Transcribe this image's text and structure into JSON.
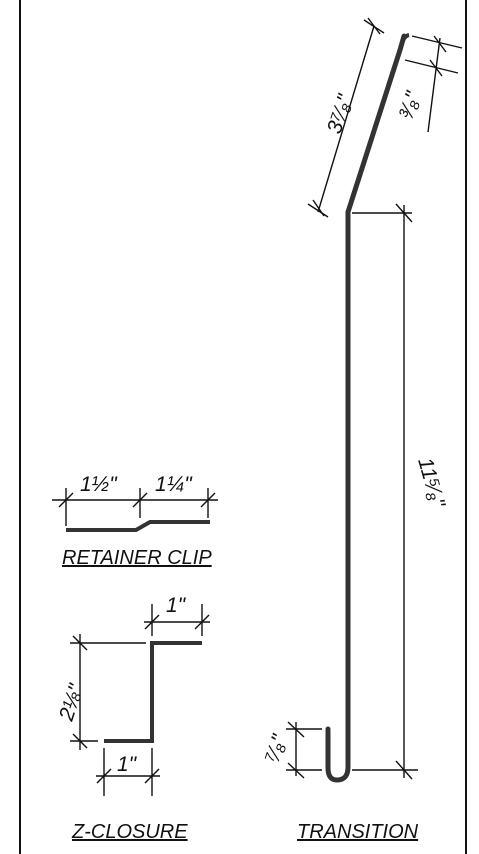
{
  "transition": {
    "caption": "TRANSITION",
    "dim_angled": "3⁷⁄₈\"",
    "dim_hook_top": "³⁄₈\"",
    "dim_vertical": "11⁵⁄₈\"",
    "dim_hem": "⁷⁄₈\""
  },
  "retainer_clip": {
    "caption": "RETAINER CLIP",
    "dim_left": "1½\"",
    "dim_right": "1¼\""
  },
  "z_closure": {
    "caption": "Z-CLOSURE",
    "dim_top": "1\"",
    "dim_height": "2⅛\"",
    "dim_bottom": "1\""
  },
  "colors": {
    "line": "#111111",
    "profile": "#333333",
    "background": "#ffffff"
  }
}
